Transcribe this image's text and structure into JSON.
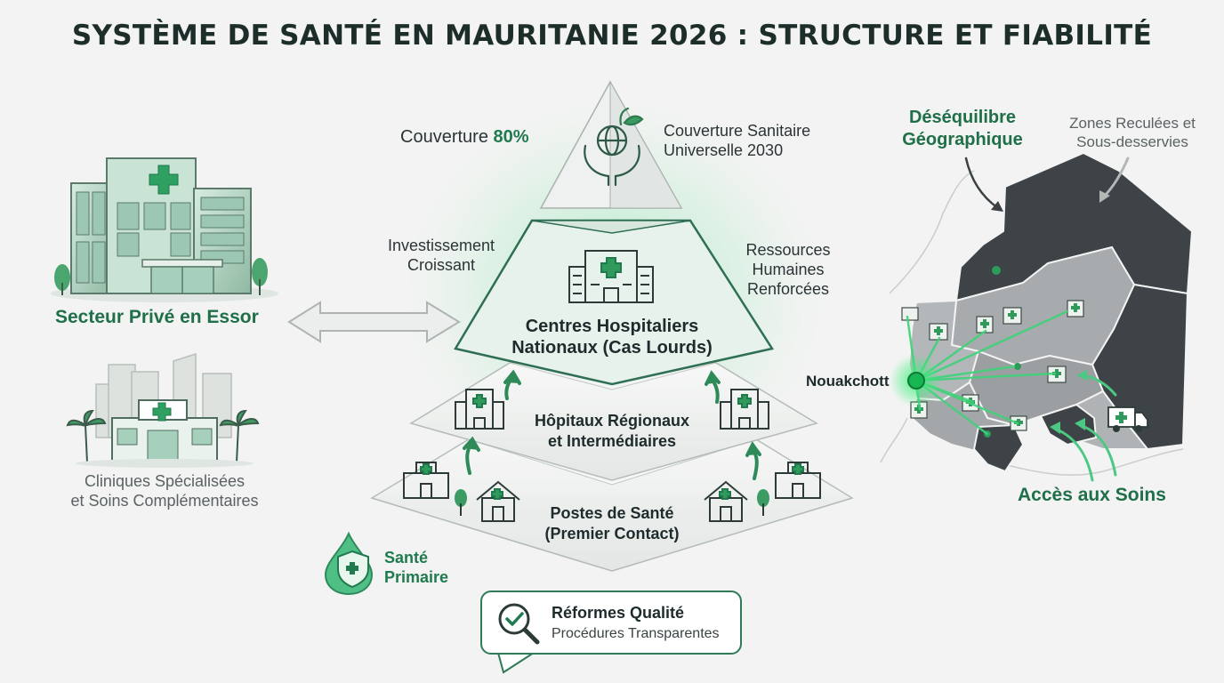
{
  "title": "SYSTÈME DE SANTÉ EN MAURITANIE 2026 : STRUCTURE ET FIABILITÉ",
  "pyramid": {
    "apex": {
      "coverage_prefix": "Couverture",
      "coverage_value": "80%",
      "goal_line1": "Couverture Sanitaire",
      "goal_line2": "Universelle 2030"
    },
    "tier_national": {
      "line1": "Centres Hospitaliers",
      "line2": "Nationaux (Cas Lourds)",
      "left_note_line1": "Investissement",
      "left_note_line2": "Croissant",
      "right_note_line1": "Ressources",
      "right_note_line2": "Humaines",
      "right_note_line3": "Renforcées"
    },
    "tier_regional": {
      "line1": "Hôpitaux Régionaux",
      "line2": "et Intermédiaires"
    },
    "tier_primary": {
      "line1": "Postes de Santé",
      "line2": "(Premier Contact)"
    },
    "primary_badge_line1": "Santé",
    "primary_badge_line2": "Primaire"
  },
  "private_sector": {
    "heading": "Secteur Privé en Essor",
    "clinics_line1": "Cliniques Spécialisées",
    "clinics_line2": "et Soins Complémentaires"
  },
  "map": {
    "imbalance_line1": "Déséquilibre",
    "imbalance_line2": "Géographique",
    "remote_line1": "Zones Reculées et",
    "remote_line2": "Sous-desservies",
    "capital": "Nouakchott",
    "access": "Accès aux Soins"
  },
  "callout": {
    "heading": "Réformes Qualité",
    "subtext": "Procédures Transparentes"
  },
  "colors": {
    "accent_green": "#1f7a4d",
    "bright_green": "#2ecc71",
    "dark_region": "#3d4346",
    "mid_region": "#9a9d9f"
  }
}
